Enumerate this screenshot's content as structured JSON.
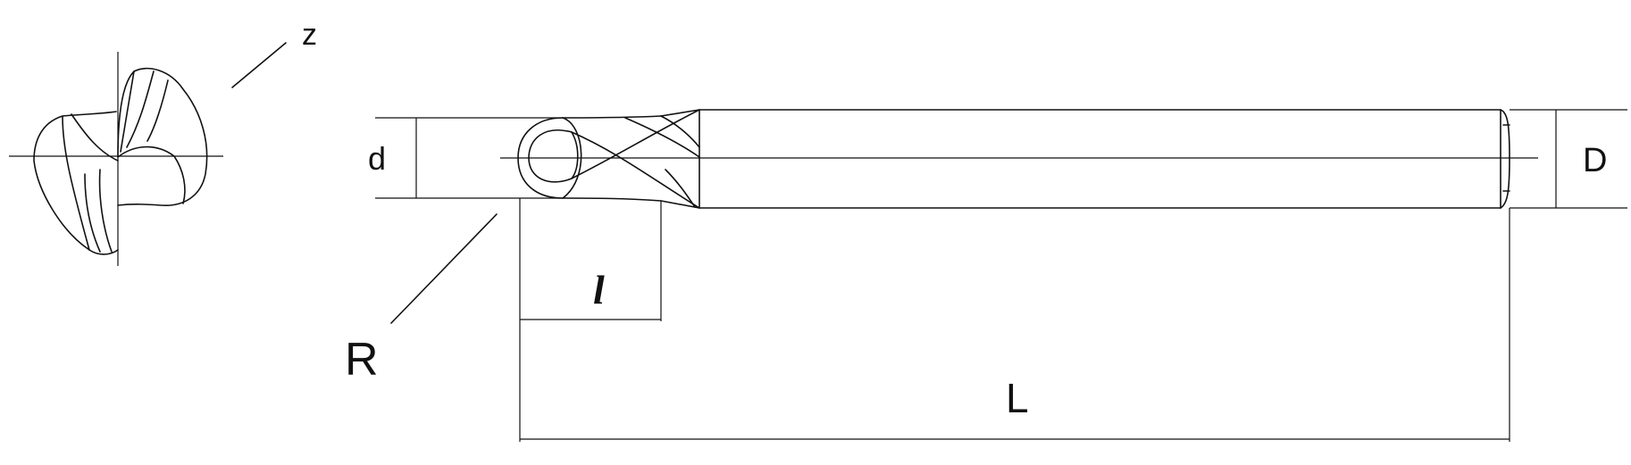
{
  "labels": {
    "z": "z",
    "d": "d",
    "D": "D",
    "R": "R",
    "l": "l",
    "L": "L"
  },
  "colors": {
    "line": "#111111",
    "background": "#ffffff"
  }
}
